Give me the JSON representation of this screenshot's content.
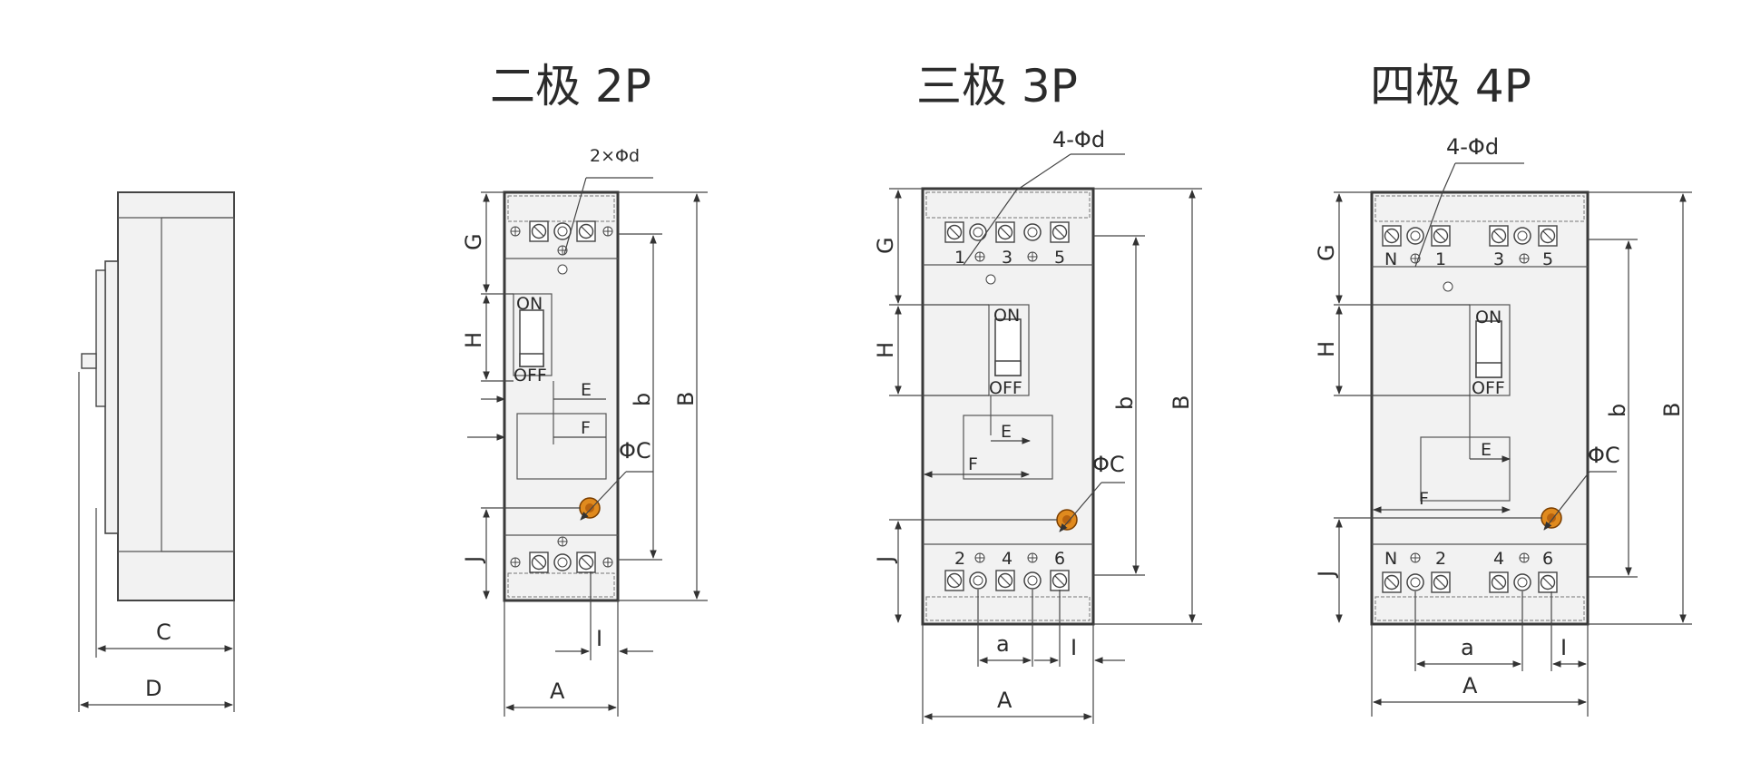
{
  "titles": {
    "two_pole": "二极 2P",
    "three_pole": "三极 3P",
    "four_pole": "四极 4P"
  },
  "side_view": {
    "dim_c": "C",
    "dim_d": "D"
  },
  "two_pole": {
    "holes": "2×Φd",
    "on": "ON",
    "off": "OFF",
    "dims": {
      "g": "G",
      "h": "H",
      "j": "J",
      "e": "E",
      "f": "F",
      "b_small": "b",
      "b_large": "B",
      "phi_c": "ΦC",
      "a_upper": "A",
      "i": "I"
    }
  },
  "three_pole": {
    "holes": "4-Φd",
    "on": "ON",
    "off": "OFF",
    "top_terminals": [
      "1",
      "3",
      "5"
    ],
    "bottom_terminals": [
      "2",
      "4",
      "6"
    ],
    "dims": {
      "g": "G",
      "h": "H",
      "j": "J",
      "e": "E",
      "f": "F",
      "b_small": "b",
      "b_large": "B",
      "phi_c": "ΦC",
      "a_lower": "a",
      "a_upper": "A",
      "i": "I"
    }
  },
  "four_pole": {
    "holes": "4-Φd",
    "on": "ON",
    "off": "OFF",
    "top_terminals": [
      "N",
      "1",
      "3",
      "5"
    ],
    "bottom_terminals": [
      "N",
      "2",
      "4",
      "6"
    ],
    "dims": {
      "g": "G",
      "h": "H",
      "j": "J",
      "e": "E",
      "f": "F",
      "b_small": "b",
      "b_large": "B",
      "phi_c": "ΦC",
      "a_lower": "a",
      "a_upper": "A",
      "i": "I"
    }
  },
  "colors": {
    "line": "#3a3a3a",
    "body": "#f2f2f2",
    "dot": "#e08a1e"
  }
}
